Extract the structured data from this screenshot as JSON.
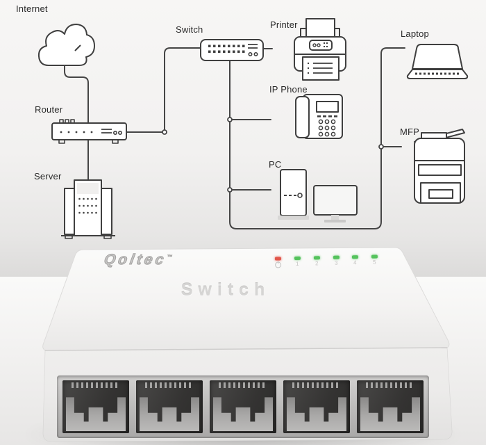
{
  "diagram": {
    "nodes": [
      {
        "id": "internet",
        "label": "Internet"
      },
      {
        "id": "switch",
        "label": "Switch"
      },
      {
        "id": "printer",
        "label": "Printer"
      },
      {
        "id": "laptop",
        "label": "Laptop"
      },
      {
        "id": "router",
        "label": "Router"
      },
      {
        "id": "ip-phone",
        "label": "IP Phone"
      },
      {
        "id": "pc",
        "label": "PC"
      },
      {
        "id": "mfp",
        "label": "MFP"
      },
      {
        "id": "server",
        "label": "Server"
      }
    ],
    "connections": [
      "internet-router",
      "router-server",
      "router-switch",
      "switch-printer",
      "switch-ip-phone",
      "switch-pc",
      "switch-mfp",
      "switch-laptop"
    ],
    "style": {
      "line_color": "#454545",
      "label_color": "#2a2a2a"
    }
  },
  "device": {
    "brand": "Qoltec",
    "trademark": "™",
    "model_text": "Switch",
    "led_panel": {
      "power_led_color": "#e2574c",
      "port_led_color": "#55c35d",
      "ports": [
        {
          "number": "1"
        },
        {
          "number": "2"
        },
        {
          "number": "3"
        },
        {
          "number": "4"
        },
        {
          "number": "5"
        }
      ]
    },
    "rj45_ports_count": 5
  },
  "colors": {
    "wall": "#efeeed",
    "floor": "#f2f1f0",
    "device_top": "#f7f6f5",
    "device_front": "#ecebea",
    "port_recess": "#bdbcbb",
    "port_interior": "#3a3938"
  }
}
